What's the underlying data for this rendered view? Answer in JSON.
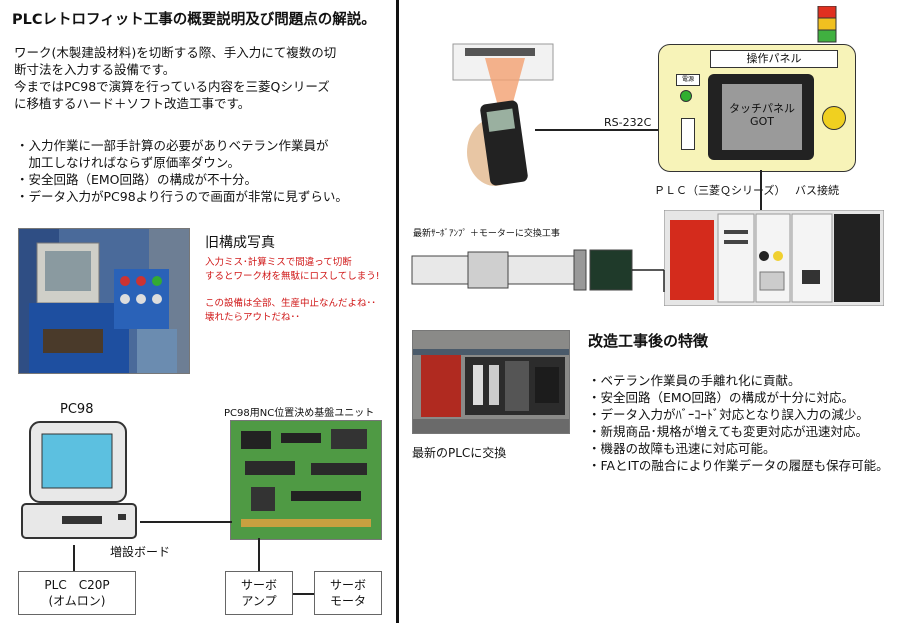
{
  "title": "PLCレトロフィット工事の概要説明及び問題点の解説。",
  "intro_lines": [
    "ワーク(木製建設材料)を切断する際、手入力にて複数の切",
    "断寸法を入力する設備です。",
    "今まではPC98で演算を行っている内容を三菱Qシリーズ",
    "に移植するハード＋ソフト改造工事です。"
  ],
  "issues": [
    "・入力作業に一部手計算の必要がありベテラン作業員が",
    "　加工しなければならず原価率ダウン。",
    "・安全回路（EMO回路）の構成が不十分。",
    "・データ入力がPC98より行うので画面が非常に見ずらい。"
  ],
  "old_photo": {
    "heading": "旧構成写真",
    "note1_line1": "入力ミス･計算ミスで間違って切断",
    "note1_line2": "するとワーク材を無駄にロスしてしまう!",
    "note2_line1": "この設備は全部、生産中止なんだよね･･",
    "note2_line2": "壊れたらアウトだね･･"
  },
  "old_diagram": {
    "pc_label": "PC98",
    "board_label": "PC98用NC位置決め基盤ユニット",
    "expansion_label": "増設ボード",
    "plc_box": [
      "PLC　C20P",
      "(オムロン)"
    ],
    "servo_amp_box": [
      "サーボ",
      "アンプ"
    ],
    "servo_motor_box": [
      "サーボ",
      "モータ"
    ]
  },
  "new_system": {
    "panel_label": "操作パネル",
    "touch_panel": [
      "タッチパネル",
      "GOT"
    ],
    "power_label": "電源",
    "rs232c": "RS-232C",
    "plc_label": "ＰＬＣ（三菱Ｑシリーズ）",
    "bus_label": "バス接続",
    "servo_label": "最新ｻｰﾎﾞｱﾝﾌﾟ ＋モーターに交換工事",
    "photo_caption": "最新のPLCに交換"
  },
  "features": {
    "heading": "改造工事後の特徴",
    "items": [
      "・ベテラン作業員の手離れ化に貢献。",
      "・安全回路（EMO回路）の構成が十分に対応。",
      "・データ入力がﾊﾞｰｺｰﾄﾞ対応となり誤入力の減少。",
      "・新規商品･規格が増えても変更対応が迅速対応。",
      "・機器の故障も迅速に対応可能。",
      "・FAとITの融合により作業データの履歴も保存可能。"
    ]
  },
  "colors": {
    "red_text": "#d01818",
    "panel_fill": "#f7f3b8",
    "plc_red": "#d42b1c",
    "beacon": [
      "#e03020",
      "#f0c020",
      "#40b040"
    ]
  }
}
